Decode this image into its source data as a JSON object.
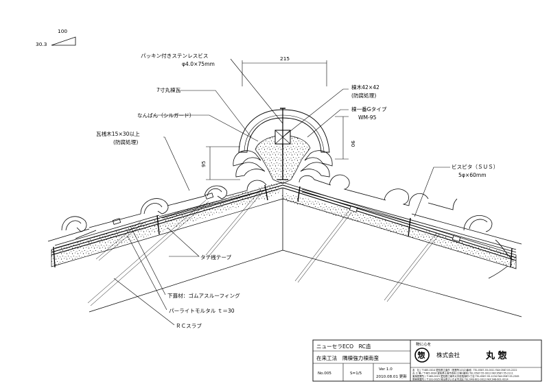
{
  "slope": {
    "run": "100",
    "rise": "30.3"
  },
  "dimensions": {
    "width_top": "215",
    "height_ridge": "90",
    "height_left": "95"
  },
  "labels": {
    "screw": "パッキン付きステンレスビス",
    "screw_size": "φ4.0×75mm",
    "ridge_tile": "7寸丸棟瓦",
    "nanban": "なんばん（シルガード）",
    "batten": "瓦桟木15×30以上",
    "batten_treatment": "(防腐処理)",
    "ridge_wood": "棟木42×42",
    "ridge_wood_treatment": "(防腐処理)",
    "ridge_type": "棟一番Gタイプ",
    "ridge_type_code": "WM-95",
    "bispita": "ビスピタ（ＳＵＳ）",
    "bispita_size": "5φ×60mm",
    "tape": "タテ桟テープ",
    "underlay": "下葺材：ゴムアスルーフィング",
    "mortar": "パーライトモルタル ｔ＝30",
    "slab": "ＲＣスラブ"
  },
  "title_block": {
    "product": "ニューセラECO　RC造",
    "method": "在来工法　隅棟強力棟南蛮",
    "number": "No.005",
    "scale": "S=1/5",
    "version": "Ver 1.0",
    "date": "2010.08.01 更新",
    "slogan": "物に心を",
    "company_prefix": "株式会社",
    "company_name": "丸 惣",
    "logo_char": "惣",
    "addresses": [
      "本　社 / 〒485-0014 愛知県江南市（営業所1の(2)番地）TEL:0587-55-0011 FAX:0587-55-2222",
      "瓦 工 場 / 〒485-0034 愛知県江南市本町(工場1番地) TEL:0587-55-0012 FAX:0587-55-2111",
      "東海営業所 / 〒485-0015 愛知県江南市大字前飛保町1丁目 TEL:0587-55-1234 FAX:0587-55-2345",
      "関東営業所 / 〒331-0025 埼玉県さいたま市北区 TEL:048-601-0012 FAX:048-601-0014"
    ]
  }
}
